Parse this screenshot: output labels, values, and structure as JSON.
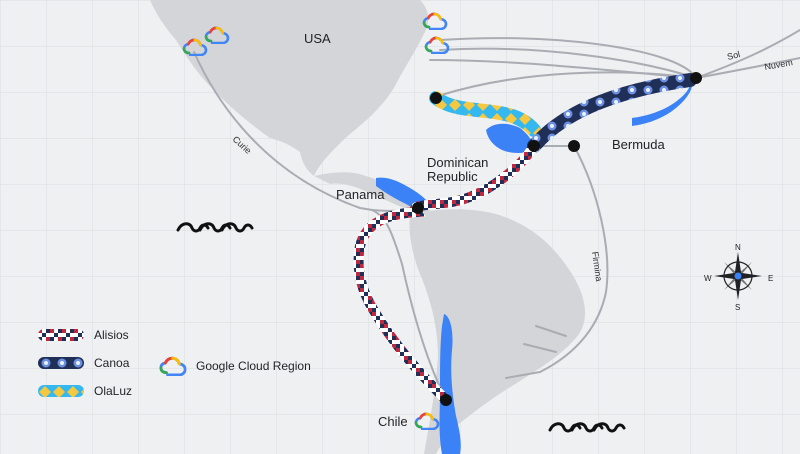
{
  "map": {
    "labels": {
      "usa": "USA",
      "dominican_republic_line1": "Dominican",
      "dominican_republic_line2": "Republic",
      "panama": "Panama",
      "bermuda": "Bermuda",
      "chile": "Chile"
    },
    "cable_labels": {
      "curie": "Curie",
      "sol": "Sol",
      "nuvem": "Nuvem",
      "firmina": "Firmina"
    },
    "compass": {
      "n": "N",
      "s": "S",
      "e": "E",
      "w": "W"
    }
  },
  "legend": {
    "items": [
      {
        "key": "alisios",
        "label": "Alisios"
      },
      {
        "key": "canoa",
        "label": "Canoa"
      },
      {
        "key": "olaluz",
        "label": "OlaLuz"
      }
    ],
    "google_cloud_region": "Google Cloud Region"
  },
  "colors": {
    "background": "#eef0f2",
    "land": "#d3d5d8",
    "highlight_land": "#3b82f6",
    "grid": "#dbdde0",
    "cable_gray": "#a9adb3",
    "alisios_red": "#c0283f",
    "alisios_navy": "#1f2f57",
    "canoa_navy": "#1f2f57",
    "canoa_blue": "#6d8fe0",
    "olaluz_yellow": "#f6c83f",
    "olaluz_cyan": "#33b8f0",
    "gc_blue": "#4285F4",
    "gc_red": "#EA4335",
    "gc_yellow": "#FBBC05",
    "gc_green": "#34A853"
  },
  "icons": {
    "google_cloud": "google-cloud-icon",
    "wave": "wave-icon",
    "compass": "compass-rose-icon"
  }
}
